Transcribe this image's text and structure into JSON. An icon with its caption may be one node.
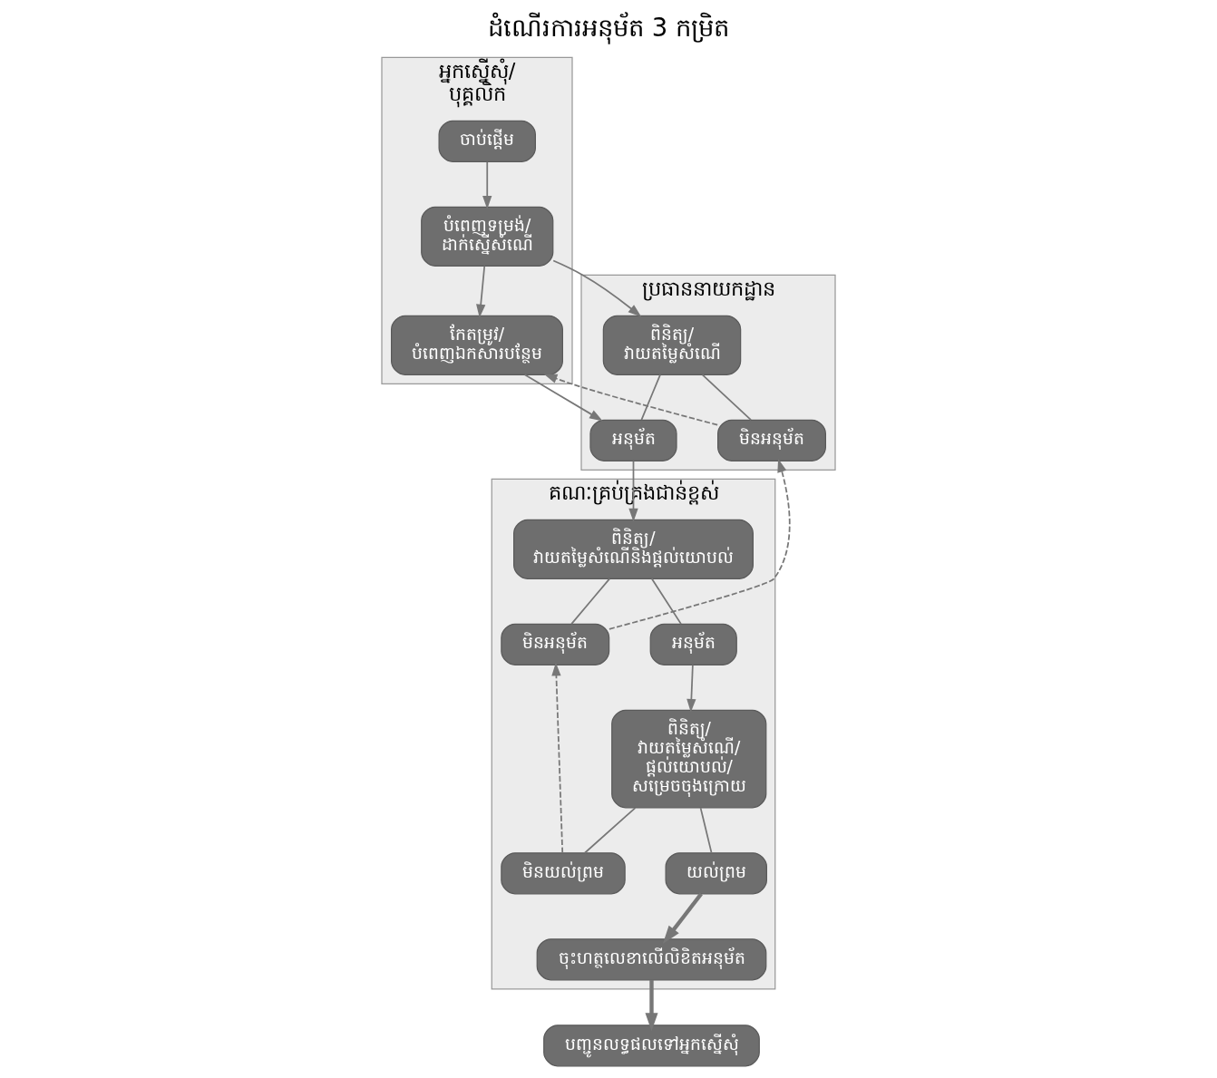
{
  "diagram": {
    "title": "ដំណើរការអនុម័ត 3 កម្រិត",
    "nodes": [
      {
        "text": [
          "អ្នកស្នើសុំ/បុគ្គលិក"
        ]
      },
      {
        "text": [
          "ប្រធាននាយកដ្ឋាន"
        ]
      },
      {
        "text": [
          "គណៈគ្រប់គ្រងជាន់ខ្ពស់"
        ]
      },
      {
        "text": [
          "ចាប់ផ្តើម"
        ],
        "in": 0
      },
      {
        "text": [
          "បំពេញទម្រង់/ដាក់ស្នើសំណើ"
        ],
        "in": 0
      },
      {
        "text": [
          "កែតម្រូវ/បំពេញឯកសារបន្ថែម"
        ],
        "in": 0
      },
      {
        "text": [
          "ពិនិត្យ/វាយតម្លៃសំណើ"
        ],
        "in": 1
      },
      {
        "text": [
          "មិនអនុម័ត"
        ],
        "in": 1
      },
      {
        "text": [
          "អនុម័ត"
        ],
        "in": 1
      },
      {
        "text": [
          "ពិនិត្យ/វាយតម្លៃសំណើនិងផ្តល់យោបល់"
        ],
        "in": 2
      },
      {
        "text": [
          "មិនអនុម័ត"
        ],
        "in": 2
      },
      {
        "text": [
          "អនុម័ត"
        ],
        "in": 2
      },
      {
        "text": [
          "ពិនិត្យ/វាយតម្លៃសំណើ/ផ្តល់យោបល់/សម្រេចចុងក្រោយ"
        ],
        "in": 2
      },
      {
        "text": [
          "មិនយល់ព្រម"
        ],
        "in": 2
      },
      {
        "text": [
          "យល់ព្រម"
        ],
        "in": 2
      },
      {
        "text": [
          "ចុះហត្ថលេខាលើលិខិតអនុម័ត"
        ],
        "in": 2
      },
      {
        "text": [
          "បញ្ជូនលទ្ធផលទៅអ្នកស្នើសុំ"
        ]
      }
    ],
    "edges": [
      {
        "from": 3,
        "to": 4,
        "arrow": "to"
      },
      {
        "from": 4,
        "to": 6,
        "arrow": "to"
      },
      {
        "from": 4,
        "to": 5,
        "arrow": "to"
      },
      {
        "from": 6,
        "to": 7,
        "arrow": "none"
      },
      {
        "from": 6,
        "to": 8,
        "arrow": "none"
      },
      {
        "from": 7,
        "to": 5,
        "arrow": "to",
        "style": "dashed"
      },
      {
        "from": 5,
        "to": 8,
        "arrow": "to"
      },
      {
        "from": 8,
        "to": 9,
        "arrow": "to"
      },
      {
        "from": 9,
        "to": 10,
        "arrow": "none"
      },
      {
        "from": 9,
        "to": 11,
        "arrow": "none"
      },
      {
        "from": 10,
        "to": 7,
        "arrow": "to",
        "style": "dashed"
      },
      {
        "from": 11,
        "to": 12,
        "arrow": "to"
      },
      {
        "from": 12,
        "to": 13,
        "arrow": "none"
      },
      {
        "from": 12,
        "to": 14,
        "arrow": "none"
      },
      {
        "from": 13,
        "to": 10,
        "arrow": "to",
        "style": "dashed"
      },
      {
        "from": 14,
        "to": 15,
        "arrow": "to",
        "style": "thick"
      },
      {
        "from": 15,
        "to": 16,
        "arrow": "to",
        "style": "thick"
      }
    ]
  }
}
